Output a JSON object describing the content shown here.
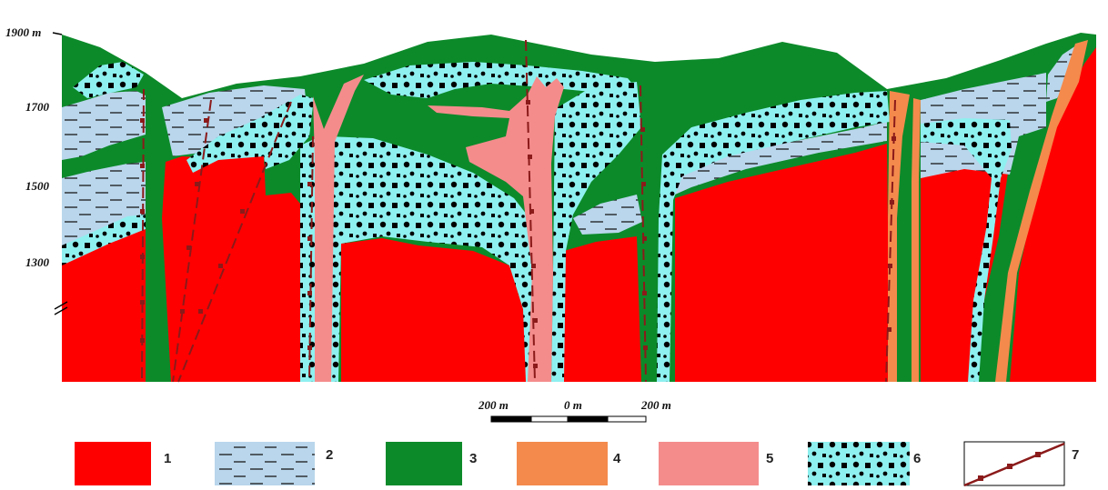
{
  "elevation_labels": [
    "1900 m",
    "1700",
    "1500",
    "1300"
  ],
  "scale_bar": {
    "left_label": "200 m",
    "center_label": "0 m",
    "right_label": "200 m"
  },
  "legend": [
    {
      "number": "1",
      "color": "#ff0000"
    },
    {
      "number": "2",
      "color": "#b9d6ec"
    },
    {
      "number": "3",
      "color": "#0c8a2a"
    },
    {
      "number": "4",
      "color": "#f48a4c"
    },
    {
      "number": "5",
      "color": "#f48c8c"
    },
    {
      "number": "6",
      "color": "#8ff0f0"
    },
    {
      "number": "7",
      "color": "#8b1a1a"
    }
  ],
  "colors": {
    "red": "#ff0000",
    "lightblue": "#b9d6ec",
    "green": "#0c8a2a",
    "orange": "#f48a4c",
    "pink": "#f48c8c",
    "cyan": "#8ff0f0",
    "fault": "#8b1a1a"
  }
}
